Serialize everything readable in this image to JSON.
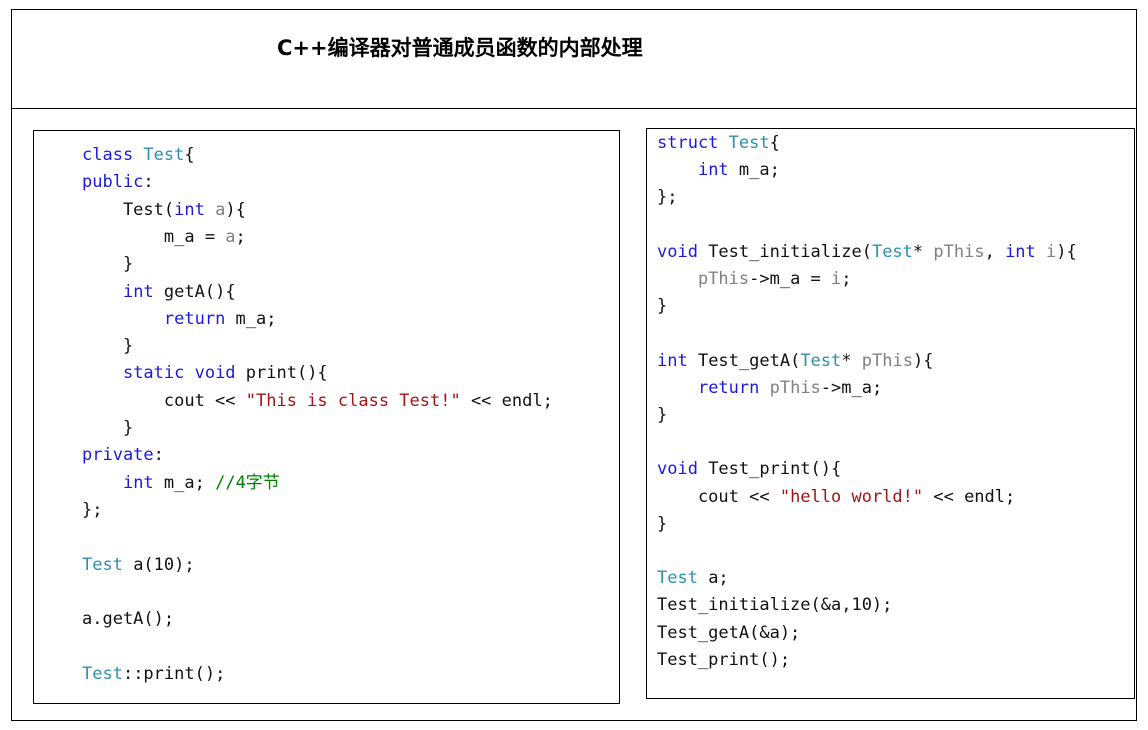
{
  "title": "C++编译器对普通成员函数的内部处理",
  "colors": {
    "keyword": "#1a1adf",
    "type": "#2b91af",
    "string": "#a31515",
    "comment": "#008000",
    "param": "#808080",
    "plain": "#111111"
  },
  "left_code": [
    [
      [
        "kw",
        "class "
      ],
      [
        "typ",
        "Test"
      ],
      [
        "plain",
        "{"
      ]
    ],
    [
      [
        "kw",
        "public"
      ],
      [
        "plain",
        ":"
      ]
    ],
    [
      [
        "plain",
        "    Test("
      ],
      [
        "kw",
        "int"
      ],
      [
        "param",
        " a"
      ],
      [
        "plain",
        ")"
      ],
      [
        "plain",
        "{"
      ]
    ],
    [
      [
        "plain",
        "        m_a = "
      ],
      [
        "param",
        "a"
      ],
      [
        "plain",
        ";"
      ]
    ],
    [
      [
        "plain",
        "    }"
      ]
    ],
    [
      [
        "plain",
        "    "
      ],
      [
        "kw",
        "int"
      ],
      [
        "plain",
        " getA(){"
      ]
    ],
    [
      [
        "plain",
        "        "
      ],
      [
        "kw",
        "return"
      ],
      [
        "plain",
        " m_a;"
      ]
    ],
    [
      [
        "plain",
        "    }"
      ]
    ],
    [
      [
        "plain",
        "    "
      ],
      [
        "kw",
        "static void"
      ],
      [
        "plain",
        " print(){"
      ]
    ],
    [
      [
        "plain",
        "        cout << "
      ],
      [
        "str",
        "\"This is class Test!\""
      ],
      [
        "plain",
        " << endl;"
      ]
    ],
    [
      [
        "plain",
        "    }"
      ]
    ],
    [
      [
        "kw",
        "private"
      ],
      [
        "plain",
        ":"
      ]
    ],
    [
      [
        "plain",
        "    "
      ],
      [
        "kw",
        "int"
      ],
      [
        "plain",
        " m_a; "
      ],
      [
        "cmt",
        "//4字节"
      ]
    ],
    [
      [
        "plain",
        "};"
      ]
    ],
    [],
    [
      [
        "typ",
        "Test"
      ],
      [
        "plain",
        " a(10);"
      ]
    ],
    [],
    [
      [
        "plain",
        "a.getA();"
      ]
    ],
    [],
    [
      [
        "typ",
        "Test"
      ],
      [
        "plain",
        "::print();"
      ]
    ]
  ],
  "right_code": [
    [
      [
        "kw",
        "struct "
      ],
      [
        "typ",
        "Test"
      ],
      [
        "plain",
        "{"
      ]
    ],
    [
      [
        "plain",
        "    "
      ],
      [
        "kw",
        "int"
      ],
      [
        "plain",
        " m_a;"
      ]
    ],
    [
      [
        "plain",
        "};"
      ]
    ],
    [],
    [
      [
        "kw",
        "void"
      ],
      [
        "plain",
        " Test_initialize("
      ],
      [
        "typ",
        "Test"
      ],
      [
        "plain",
        "* "
      ],
      [
        "param",
        "pThis"
      ],
      [
        "plain",
        ", "
      ],
      [
        "kw",
        "int"
      ],
      [
        "param",
        " i"
      ],
      [
        "plain",
        "){"
      ]
    ],
    [
      [
        "plain",
        "    "
      ],
      [
        "param",
        "pThis"
      ],
      [
        "plain",
        "->m_a = "
      ],
      [
        "param",
        "i"
      ],
      [
        "plain",
        ";"
      ]
    ],
    [
      [
        "plain",
        "}"
      ]
    ],
    [],
    [
      [
        "kw",
        "int"
      ],
      [
        "plain",
        " Test_getA("
      ],
      [
        "typ",
        "Test"
      ],
      [
        "plain",
        "* "
      ],
      [
        "param",
        "pThis"
      ],
      [
        "plain",
        "){"
      ]
    ],
    [
      [
        "plain",
        "    "
      ],
      [
        "kw",
        "return"
      ],
      [
        "param",
        " pThis"
      ],
      [
        "plain",
        "->m_a;"
      ]
    ],
    [
      [
        "plain",
        "}"
      ]
    ],
    [],
    [
      [
        "kw",
        "void"
      ],
      [
        "plain",
        " Test_print(){"
      ]
    ],
    [
      [
        "plain",
        "    cout << "
      ],
      [
        "str",
        "\"hello world!\""
      ],
      [
        "plain",
        " << endl;"
      ]
    ],
    [
      [
        "plain",
        "}"
      ]
    ],
    [],
    [
      [
        "typ",
        "Test"
      ],
      [
        "plain",
        " a;"
      ]
    ],
    [
      [
        "plain",
        "Test_initialize(&a,10);"
      ]
    ],
    [
      [
        "plain",
        "Test_getA(&a);"
      ]
    ],
    [
      [
        "plain",
        "Test_print();"
      ]
    ]
  ]
}
